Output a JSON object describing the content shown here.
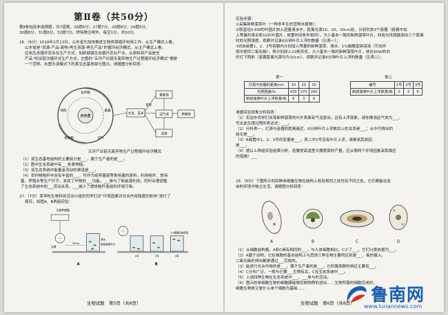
{
  "left": {
    "title": "第Ⅱ卷（共50分）",
    "intro": [
      "第Ⅱ卷包括非选择题，共7道题，26题6分，27题7分，28题8分，29题6分，",
      "30题8分，31题8分，32题7分。除特殊注明外，每空1分，共50分。"
    ],
    "q26": [
      "26.（6分）2018年2月13日，山东省为加快推进生物资源循环利用工作，从生产模式上看，",
      "山东省是“资源-产品-废物-再生资源-再生产品”的循环经济模式，从主产模式上看，",
      "应用生态循环农业在生产方式，如新城镇生态循环农业产业，从原料到产品是全",
      "产品”的深层次循环式生产方式。左图的“五环产业链无废弃物生产过程循环经济模式”便是",
      "一个范例。右图为该模式下的某生态基地部分图示，请据图分析回答："
    ],
    "diagram_caption": "五环产业链无废弃物生产过程循环经济模式",
    "diagram_labels": {
      "center": "食用菌",
      "ring": [
        "农作物",
        "畜禽",
        "沼气",
        "有机肥",
        "饲料"
      ],
      "box1": "秸秆",
      "box2": "香菇场",
      "box3": "沼气池",
      "box4": "大豆、玉米",
      "box5": "养猪场",
      "box6": "沼渣"
    },
    "q26_items": [
      "（1）该生态基地结构的主要成分是___，属于生产者的是___。",
      "（2）图中生态系统中有___条食物链。",
      "（3）该生态系统中能量金流动的渠道是___。",
      "（4）农作物秸秆中含有丰富的___，可作为培养菌菇等食用菌的原料，利用秸秆、食用",
      "    菌、养殖业等生产环节，发挥了作物的___功能，___参与了新能源利用；同时合理调整",
      "    了生态系统中的___流动关系，___减少了燃烧秸秆造成的环境污染。"
    ],
    "q27": [
      "27.（7分）某学校生物科技活动小组的同学们对“环境因素对光合作用强度的影响”进行了",
      "探究，如图A、B两组实验："
    ],
    "exp_labels": {
      "a": "A",
      "b": "B",
      "lamp": "光源传感器",
      "light": "光源",
      "water": "清水",
      "cup1": "1号",
      "cup2": "2号",
      "cup3": "3号",
      "tag1": "新鲜菠菜叶片",
      "tag2": "1%碳酸氢钠溶液",
      "dist": "30cm"
    },
    "footer": "生物试题　第5页（共8页）"
  },
  "right": {
    "steps_title": "实验步骤：",
    "steps": [
      "①采集新鲜菠菜叶（一种多年生的宜种水植物）；",
      "②取直径0.6W的叶圆片放入适量清水中，距离光源10、20、30cm处，分别安放3个容器（容器中加",
      "  入等量的清水和10片叶圆片，放置时间条件相同），大小基本一致的新鲜菠菜叶片，利用光传感器测出三个距离",
      "  时的光照强度，观察并记录6分钟叶片上浮的数量（见表一）；",
      "③向B装置1、2、3号容器内分别加入等量的新鲜菠菜、清水、1%碳酸氢钠溶液（可向环",
      "  境中提供二氧化碳），再分别放入10枚形状、大小基本一致的新鲜菠菜叶片，放在60W的白",
      "  炽灯下照射（容器距离光源均为10cm），观察并记录6分钟叶片上浮的数量（见表二）。"
    ],
    "table1_caption": "表一",
    "table1": {
      "rows": [
        [
          "灯源与容器的距离/cm",
          "10",
          "20",
          "30"
        ],
        [
          "光照强度/lx",
          "435",
          "375",
          "280"
        ],
        [
          "新鲜菠菜叶片上浮数量/枚",
          "8",
          "3",
          "0"
        ]
      ]
    },
    "table2_caption": "表二",
    "table2": {
      "rows": [
        [
          "编号",
          "1号",
          "2号",
          "3号"
        ],
        [
          "新鲜菠菜叶片上浮数量/枚",
          "0",
          "3",
          "9"
        ]
      ]
    },
    "q27_items": [
      "请据实验现象分析回答：",
      "（1）实验中同学们发现新鲜菠菜的叶片表面有气泡冒出，且有上浮现象，请你推测此气体为___，",
      "    写出此生理过程的表达式：___。",
      "（2）分析表一，灯源与容器的距离越近，6分钟叶片上浮数目上的关系是___；从中可得出的",
      "    结论是___。",
      "（3）B装置中1、2、3号的变量是___，表二中1号没有叶片上浮，请推测其原因",
      "    是___。",
      "（4）据以上两组实验结果分析，若要提高温室大棚蔬菜的产量，应从哪两个环境因素采取相应",
      "    的措施？___"
    ],
    "q28": [
      "28.（8分）下图所示的四种单细胞生物在结构上既有相同之处也有不同之处，它们都能在各",
      "    自的环境中独立生活，请据图分析回答："
    ],
    "cell_labels": [
      "A",
      "B",
      "C",
      "D"
    ],
    "q28_items": [
      "（1）从细胞结构看，A和C具有相同的___，与人体细胞相比，C少了___，它们分类依据为___。",
      "（2）A属于动物，它在细胞的基本结构上与其他三种生物主要的区别是___，氧的摄入，",
      "    二氧化碳的排出都是通过___完成的。",
      "（3）能进行光合作用的是___，属于生产者的是___，它所属类群的特征主要有___。",
      "（4）C分布广泛，一般与它要___生物有关，C在生态系统中___。",
      "（5）上述四种生物在生态系统中___，___参与的活动。",
      "（6）图示的单细胞生物的细胞膜能够控制物质的进出……生物所需的细胞完成的，",
      "    细胞生物体又是什么单个细胞为基础……"
    ],
    "footer": "生物试题　第6页（共8页）"
  },
  "watermark": {
    "text": "鲁南网",
    "url": "www.lunannews.com",
    "brand_color": "#1d5fae"
  }
}
